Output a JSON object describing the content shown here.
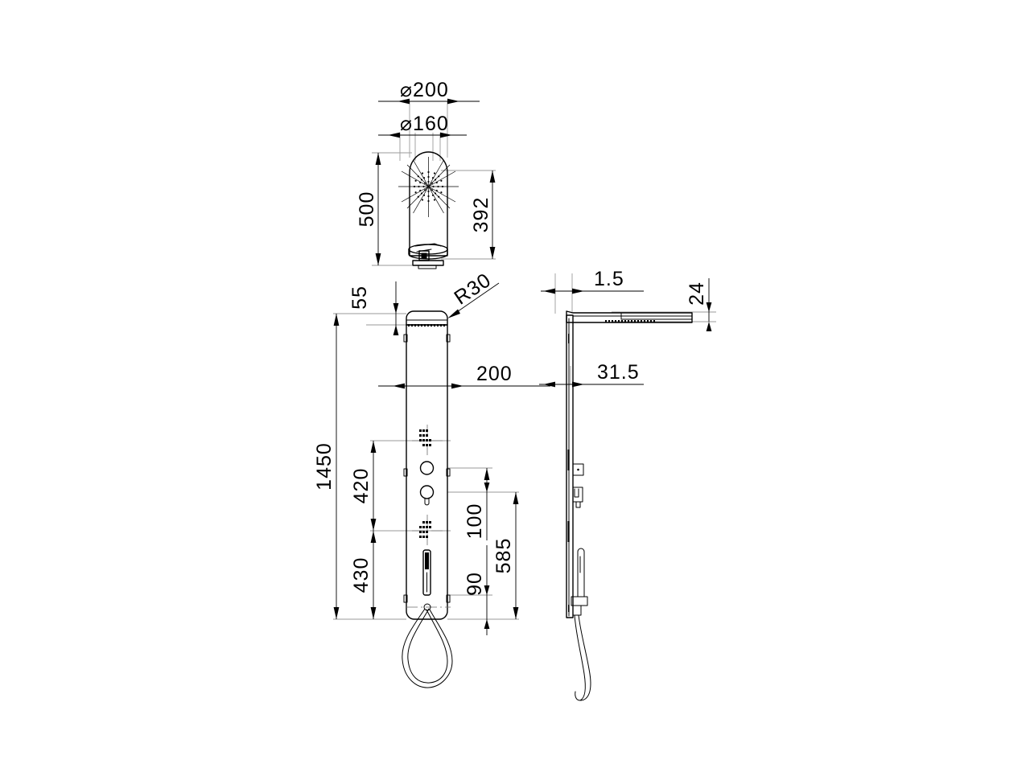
{
  "drawing": {
    "title": "Shower panel technical dimension drawing",
    "units": "mm",
    "background_color": "#ffffff",
    "line_color": "#000000",
    "extension_line_color": "#9a9a9a",
    "views": [
      {
        "name": "top-plan-view",
        "label": ""
      },
      {
        "name": "front-elevation-view",
        "label": ""
      },
      {
        "name": "side-elevation-view",
        "label": ""
      }
    ]
  },
  "dimensions": {
    "top_view": {
      "dia_200": "⌀200",
      "dia_160": "⌀160",
      "height_500": "500",
      "height_392": "392"
    },
    "front_view": {
      "offset_55": "55",
      "radius_r30": "R30",
      "width_200": "200",
      "total_height_1450": "1450",
      "span_420": "420",
      "span_430": "430",
      "span_100": "100",
      "span_90": "90",
      "span_585": "585"
    },
    "side_view": {
      "thickness_1_5": "1.5",
      "arm_thickness_24": "24",
      "depth_31_5": "31.5"
    }
  }
}
